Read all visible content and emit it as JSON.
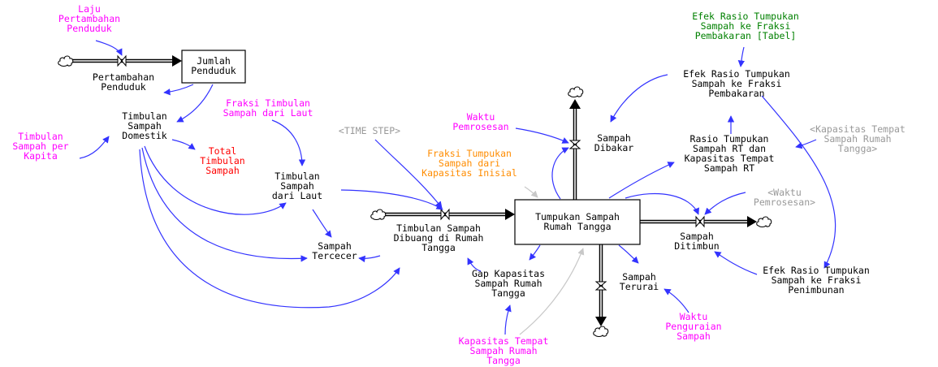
{
  "colors": {
    "link": "#3333ff",
    "link_shadow": "#c8c8c8",
    "auxiliary": "#000000",
    "constant": "#ff00ff",
    "output": "#ff0000",
    "table": "#008000",
    "initial": "#ff8c00",
    "shadow": "#999999"
  },
  "nodes": {
    "laju_pertambahan": {
      "lines": [
        "Laju",
        "Pertambahan",
        "Penduduk"
      ],
      "kind": "constant"
    },
    "pertambahan_penduduk": {
      "lines": [
        "Pertambahan",
        "Penduduk"
      ],
      "kind": "flow"
    },
    "jumlah_penduduk": {
      "lines": [
        "Jumlah",
        "Penduduk"
      ],
      "kind": "stock"
    },
    "timbulan_per_kapita": {
      "lines": [
        "Timbulan",
        "Sampah per",
        "Kapita"
      ],
      "kind": "constant"
    },
    "timbulan_domestik": {
      "lines": [
        "Timbulan",
        "Sampah",
        "Domestik"
      ],
      "kind": "auxiliary"
    },
    "total_timbulan": {
      "lines": [
        "Total",
        "Timbulan",
        "Sampah"
      ],
      "kind": "output"
    },
    "fraksi_laut": {
      "lines": [
        "Fraksi Timbulan",
        "Sampah dari Laut"
      ],
      "kind": "constant"
    },
    "timbulan_laut": {
      "lines": [
        "Timbulan",
        "Sampah",
        "dari Laut"
      ],
      "kind": "auxiliary"
    },
    "sampah_tercecer": {
      "lines": [
        "Sampah",
        "Tercecer"
      ],
      "kind": "auxiliary"
    },
    "time_step": {
      "lines": [
        "<TIME STEP>"
      ],
      "kind": "shadow"
    },
    "timbulan_dibuang": {
      "lines": [
        "Timbulan Sampah",
        "Dibuang di Rumah",
        "Tangga"
      ],
      "kind": "flow"
    },
    "fraksi_tumpukan": {
      "lines": [
        "Fraksi Tumpukan",
        "Sampah dari",
        "Kapasitas Inisial"
      ],
      "kind": "initial"
    },
    "waktu_pemrosesan": {
      "lines": [
        "Waktu",
        "Pemrosesan"
      ],
      "kind": "constant"
    },
    "tumpukan": {
      "lines": [
        "Tumpukan Sampah",
        "Rumah Tangga"
      ],
      "kind": "stock"
    },
    "sampah_dibakar": {
      "lines": [
        "Sampah",
        "Dibakar"
      ],
      "kind": "flow"
    },
    "efek_tabel": {
      "lines": [
        "Efek Rasio Tumpukan",
        "Sampah ke Fraksi",
        "Pembakaran [Tabel]"
      ],
      "kind": "table"
    },
    "efek_pembakaran": {
      "lines": [
        "Efek Rasio Tumpukan",
        "Sampah ke Fraksi",
        "Pembakaran"
      ],
      "kind": "auxiliary"
    },
    "rasio": {
      "lines": [
        "Rasio Tumpukan",
        "Sampah RT dan",
        "Kapasitas Tempat",
        "Sampah RT"
      ],
      "kind": "auxiliary"
    },
    "kapasitas_shadow": {
      "lines": [
        "<Kapasitas Tempat",
        "Sampah Rumah",
        "Tangga>"
      ],
      "kind": "shadow"
    },
    "waktu_pemrosesan_shadow": {
      "lines": [
        "<Waktu",
        "Pemrosesan>"
      ],
      "kind": "shadow"
    },
    "sampah_ditimbun": {
      "lines": [
        "Sampah",
        "Ditimbun"
      ],
      "kind": "flow"
    },
    "efek_penimbunan": {
      "lines": [
        "Efek Rasio Tumpukan",
        "Sampah ke Fraksi",
        "Penimbunan"
      ],
      "kind": "auxiliary"
    },
    "gap_kapasitas": {
      "lines": [
        "Gap Kapasitas",
        "Sampah Rumah",
        "Tangga"
      ],
      "kind": "auxiliary"
    },
    "sampah_terurai": {
      "lines": [
        "Sampah",
        "Terurai"
      ],
      "kind": "flow"
    },
    "waktu_penguraian": {
      "lines": [
        "Waktu",
        "Penguraian",
        "Sampah"
      ],
      "kind": "constant"
    },
    "kapasitas_tempat": {
      "lines": [
        "Kapasitas Tempat",
        "Sampah Rumah",
        "Tangga"
      ],
      "kind": "constant"
    }
  }
}
